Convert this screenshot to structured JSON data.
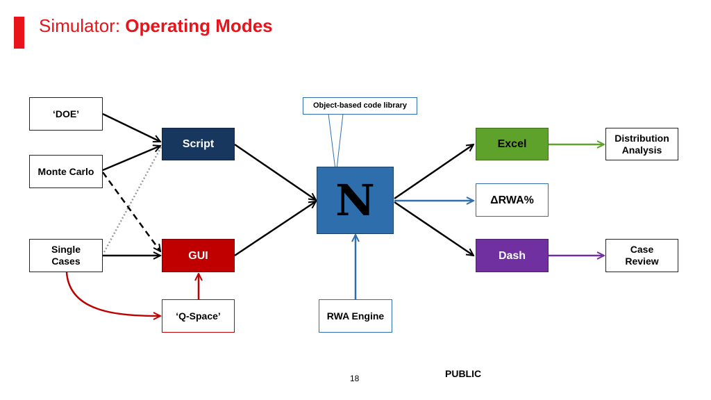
{
  "header": {
    "title_prefix": "Simulator: ",
    "title_bold": "Operating Modes",
    "accent_color": "#e8141b"
  },
  "diagram": {
    "inputs": {
      "doe": "‘DOE’",
      "monte_carlo": "Monte Carlo",
      "single_cases": "Single\nCases",
      "q_space": "‘Q-Space’"
    },
    "modes": {
      "script": "Script",
      "gui": "GUI"
    },
    "core": {
      "symbol": "N",
      "callout": "Object-based code library",
      "engine": "RWA Engine"
    },
    "outputs": {
      "excel": "Excel",
      "rwa_change": "ΔRWA%",
      "dash": "Dash",
      "distribution_analysis": "Distribution\nAnalysis",
      "case_review": "Case\nReview"
    },
    "colors": {
      "script": "#17375e",
      "gui": "#c00000",
      "core": "#2e6ead",
      "excel": "#5ea22b",
      "dash": "#7030a0"
    }
  },
  "footer": {
    "page_number": "18",
    "classification": "PUBLIC"
  }
}
